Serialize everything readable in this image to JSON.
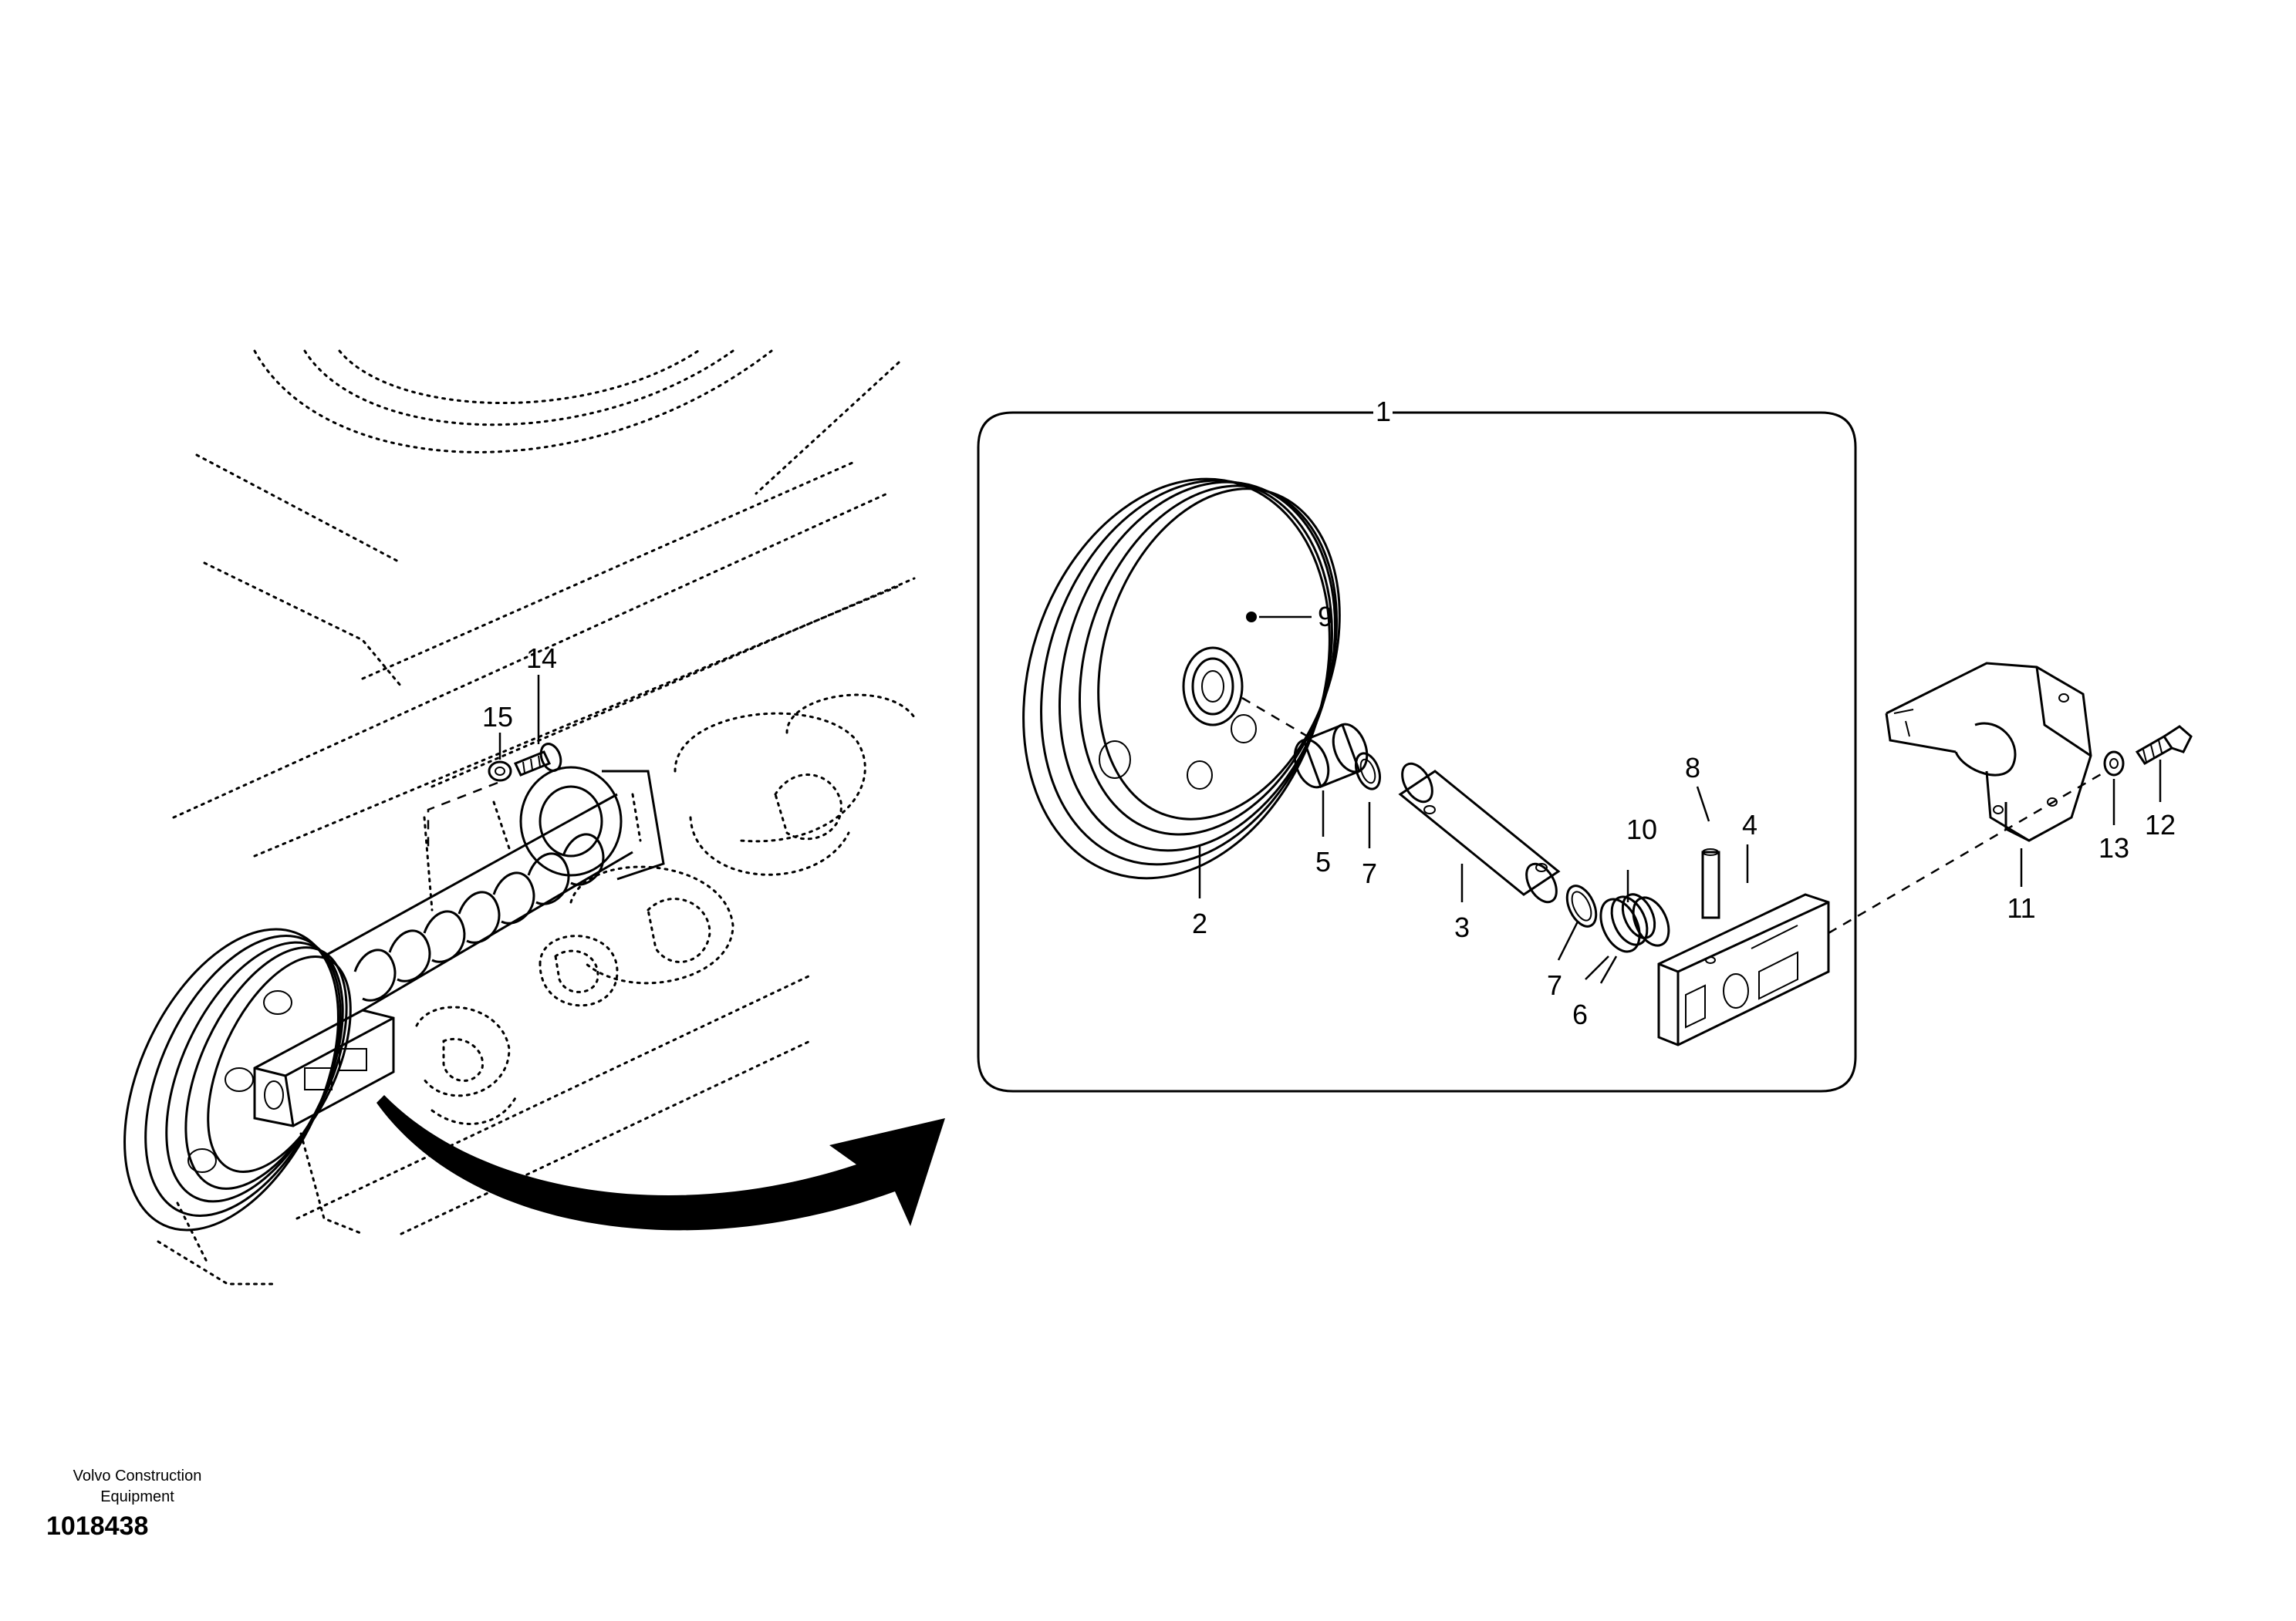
{
  "callouts": {
    "c1": "1",
    "c2": "2",
    "c3": "3",
    "c4": "4",
    "c5": "5",
    "c6": "6",
    "c7a": "7",
    "c7b": "7",
    "c8": "8",
    "c9": "9",
    "c10": "10",
    "c11": "11",
    "c12": "12",
    "c13": "13",
    "c14": "14",
    "c15": "15"
  },
  "footer": {
    "company_line1": "Volvo Construction",
    "company_line2": "Equipment",
    "document_number": "1018438"
  }
}
